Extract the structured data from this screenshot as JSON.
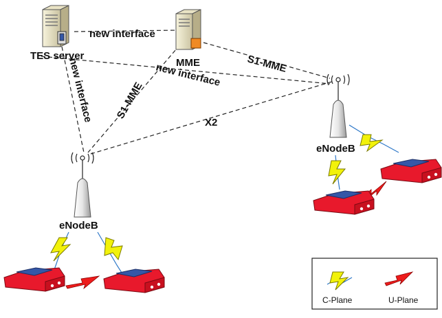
{
  "nodes": {
    "tes_server": {
      "label": "TES server"
    },
    "mme": {
      "label": "MME"
    },
    "enodeb_left": {
      "label": "eNodeB"
    },
    "enodeb_right": {
      "label": "eNodeB"
    }
  },
  "links": {
    "tes_mme": {
      "label": "new interface"
    },
    "tes_enodeb_left": {
      "label": "new interface"
    },
    "tes_enodeb_right": {
      "label": "new interface"
    },
    "mme_enodeb_left": {
      "label": "S1-MME"
    },
    "mme_enodeb_right": {
      "label": "S1-MME"
    },
    "x2": {
      "label": "X2"
    }
  },
  "legend": {
    "c_plane": {
      "label": "C-Plane"
    },
    "u_plane": {
      "label": "U-Plane"
    }
  },
  "colors": {
    "car_body": "#e8192c",
    "car_roof": "#3557a7",
    "c_plane_bolt": "#f2f20a",
    "u_plane_bolt": "#ee1c1c",
    "link_dash": "#222222",
    "tower": "#d8d8d8"
  },
  "icons": {
    "server": "server-icon",
    "antenna": "antenna-tower-icon",
    "car": "car-icon",
    "c_plane": "yellow-lightning-icon",
    "u_plane": "red-lightning-icon"
  }
}
